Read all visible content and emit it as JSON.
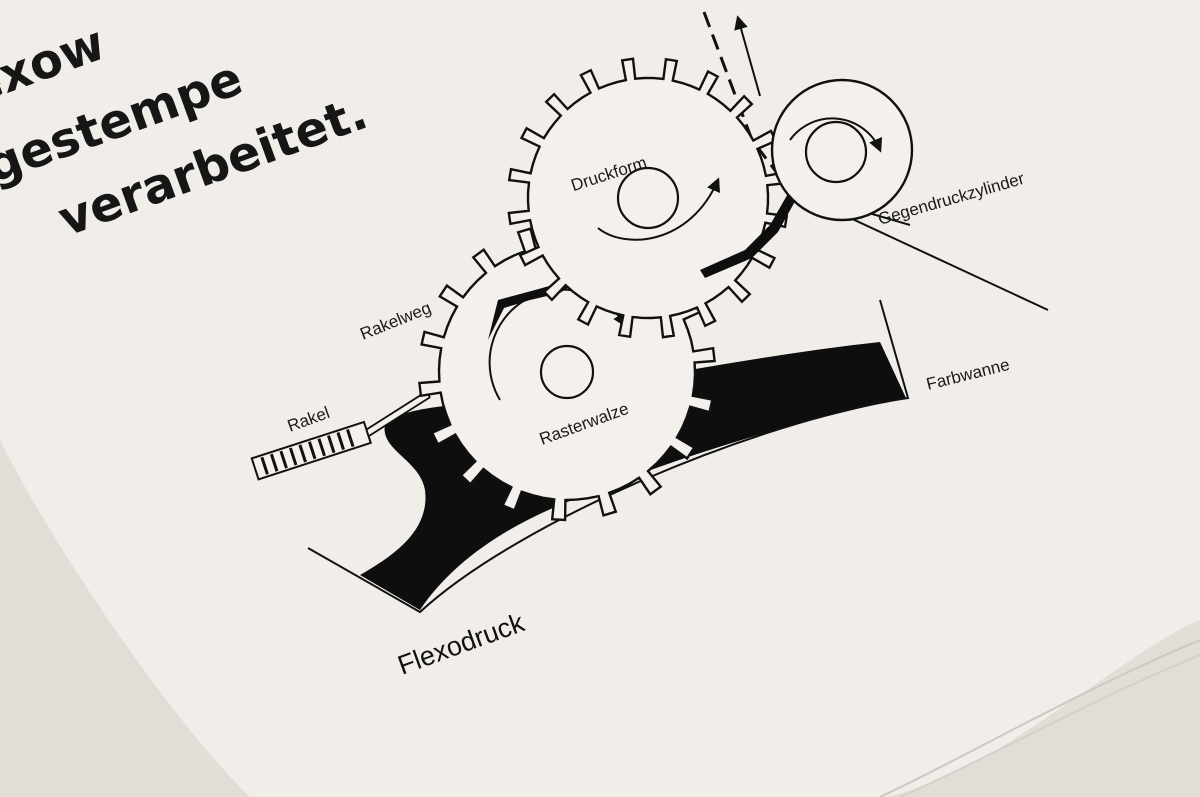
{
  "heading": {
    "lines": [
      "exow",
      "gestempe",
      "verarbeitet."
    ]
  },
  "diagram": {
    "title": "Flexodruck",
    "labels": {
      "druckform": "Druckform",
      "gegendruckzylinder": "Gegendruckzylinder",
      "rakelweg": "Rakelweg",
      "rakel": "Rakel",
      "rasterwalze": "Rasterwalze",
      "farbwanne": "Farbwanne"
    }
  },
  "colors": {
    "paper": "#f1ede9",
    "ink": "#0e0e0e",
    "background": "#d9d2cc"
  }
}
